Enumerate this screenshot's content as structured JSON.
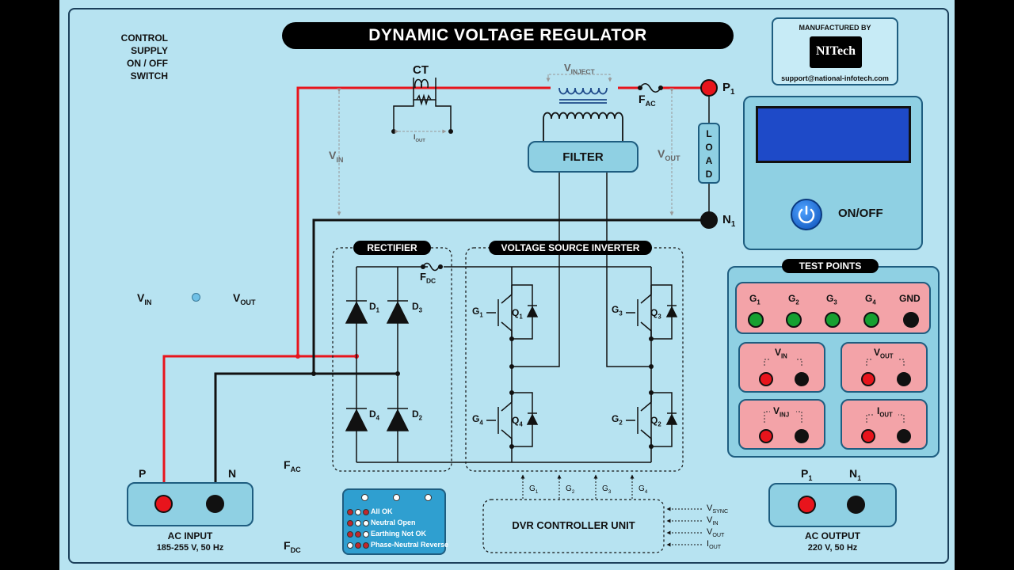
{
  "title": "DYNAMIC VOLTAGE REGULATOR",
  "control_switch": [
    "CONTROL",
    "SUPPLY",
    "ON / OFF",
    "SWITCH"
  ],
  "manufacturer": {
    "label": "MANUFACTURED BY",
    "logo": "NITech",
    "email": "support@national-infotech.com"
  },
  "power_button": {
    "label": "ON/OFF",
    "icon": "power-icon"
  },
  "labels": {
    "ct": "CT",
    "iout_small": "I",
    "iout_small_sub": "OUT",
    "vinject": "V",
    "vinject_sub": "INJECT",
    "fac": "F",
    "fac_sub": "AC",
    "fdc": "F",
    "fdc_sub": "DC",
    "vin": "V",
    "vin_sub": "IN",
    "vout": "V",
    "vout_sub": "OUT",
    "filter": "FILTER",
    "load": [
      "L",
      "O",
      "A",
      "D"
    ],
    "p1": "P",
    "p1_sub": "1",
    "n1": "N",
    "n1_sub": "1",
    "rectifier": "RECTIFIER",
    "vsi": "VOLTAGE SOURCE INVERTER",
    "dvr": "DVR CONTROLLER UNIT"
  },
  "diodes": [
    {
      "n": "D",
      "s": "1"
    },
    {
      "n": "D",
      "s": "3"
    },
    {
      "n": "D",
      "s": "4"
    },
    {
      "n": "D",
      "s": "2"
    }
  ],
  "switches": [
    {
      "g": "G",
      "gs": "1",
      "q": "Q",
      "qs": "1"
    },
    {
      "g": "G",
      "gs": "3",
      "q": "Q",
      "qs": "3"
    },
    {
      "g": "G",
      "gs": "4",
      "q": "Q",
      "qs": "4"
    },
    {
      "g": "G",
      "gs": "2",
      "q": "Q",
      "qs": "2"
    }
  ],
  "gate_inputs": [
    {
      "n": "G",
      "s": "1"
    },
    {
      "n": "G",
      "s": "2"
    },
    {
      "n": "G",
      "s": "3"
    },
    {
      "n": "G",
      "s": "4"
    }
  ],
  "dvr_inputs": [
    {
      "n": "V",
      "s": "SYNC"
    },
    {
      "n": "V",
      "s": "IN"
    },
    {
      "n": "V",
      "s": "OUT"
    },
    {
      "n": "I",
      "s": "OUT"
    }
  ],
  "test_points": {
    "title": "TEST POINTS",
    "gates": [
      {
        "n": "G",
        "s": "1"
      },
      {
        "n": "G",
        "s": "2"
      },
      {
        "n": "G",
        "s": "3"
      },
      {
        "n": "G",
        "s": "4"
      },
      {
        "n": "GND",
        "s": ""
      }
    ],
    "vin": {
      "n": "V",
      "s": "IN"
    },
    "vout": {
      "n": "V",
      "s": "OUT"
    },
    "vinj": {
      "n": "V",
      "s": "INJ"
    },
    "iout": {
      "n": "I",
      "s": "OUT"
    }
  },
  "meter_labels": {
    "vin": "V",
    "vin_sub": "IN",
    "vout": "V",
    "vout_sub": "OUT"
  },
  "ac_input": {
    "p": "P",
    "n": "N",
    "title": "AC INPUT",
    "rating": "185-255 V, 50 Hz"
  },
  "ac_output": {
    "p": "P",
    "p_sub": "1",
    "n": "N",
    "n_sub": "1",
    "title": "AC OUTPUT",
    "rating": "220 V, 50 Hz"
  },
  "fuse_labels": {
    "fac": "F",
    "fac_sub": "AC",
    "fdc": "F",
    "fdc_sub": "DC"
  },
  "status_legend": [
    "All OK",
    "Neutral Open",
    "Earthing Not OK",
    "Phase-Neutral Reverse"
  ],
  "colors": {
    "background": "#b7e3f1",
    "live_wire": "#e8141c",
    "neutral_wire": "#111111",
    "panel": "#8fd0e3",
    "test_box": "#f3a3a8"
  }
}
